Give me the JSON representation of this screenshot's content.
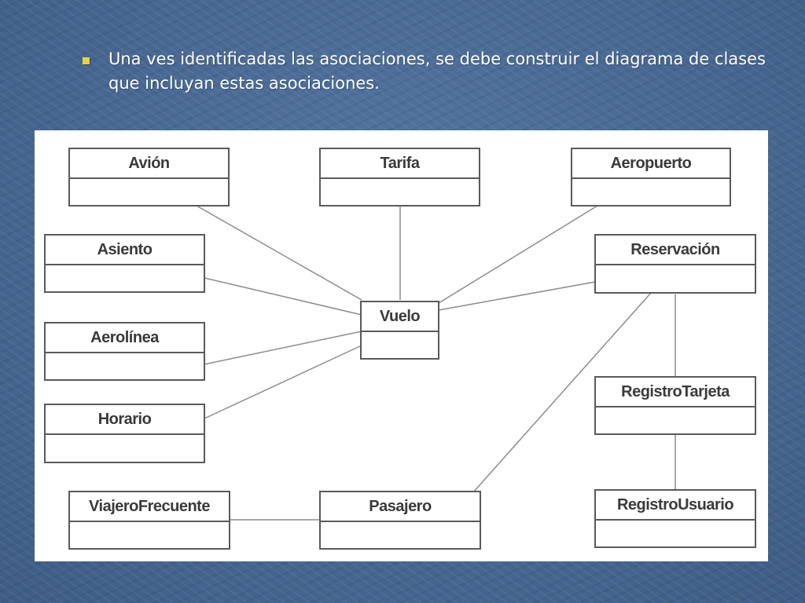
{
  "bullet": {
    "text": "Una ves identificadas las asociaciones, se debe construir el diagrama de clases que incluyan estas asociaciones."
  },
  "diagram": {
    "classes": {
      "avion": "Avión",
      "tarifa": "Tarifa",
      "aeropuerto": "Aeropuerto",
      "asiento": "Asiento",
      "reservacion": "Reservación",
      "vuelo": "Vuelo",
      "aerolinea": "Aerolínea",
      "horario": "Horario",
      "registro_tarjeta": "RegistroTarjeta",
      "viajero_frecuente": "ViajeroFrecuente",
      "pasajero": "Pasajero",
      "registro_usuario": "RegistroUsuario"
    },
    "associations": [
      [
        "avion",
        "vuelo"
      ],
      [
        "tarifa",
        "vuelo"
      ],
      [
        "aeropuerto",
        "vuelo"
      ],
      [
        "asiento",
        "vuelo"
      ],
      [
        "reservacion",
        "vuelo"
      ],
      [
        "aerolinea",
        "vuelo"
      ],
      [
        "horario",
        "vuelo"
      ],
      [
        "reservacion",
        "registro_tarjeta"
      ],
      [
        "registro_tarjeta",
        "registro_usuario"
      ],
      [
        "reservacion",
        "pasajero"
      ],
      [
        "viajero_frecuente",
        "pasajero"
      ]
    ]
  }
}
